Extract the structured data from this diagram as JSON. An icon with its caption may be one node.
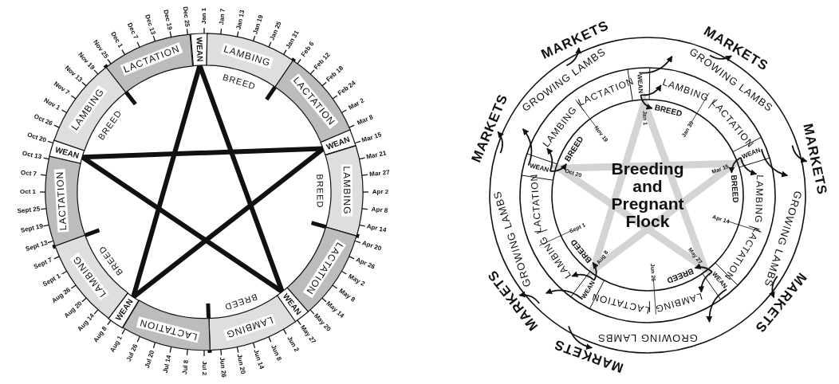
{
  "diagram": {
    "nodes": [
      {
        "text": [
          "WEAN"
        ]
      },
      {
        "text": [
          "LAMBING"
        ]
      },
      {
        "text": [
          "LACTATION"
        ]
      },
      {
        "text": [
          "WEAN"
        ]
      },
      {
        "text": [
          "LAMBING"
        ]
      },
      {
        "text": [
          "LACTATION"
        ]
      },
      {
        "text": [
          "WEAN"
        ]
      },
      {
        "text": [
          "LAMBING"
        ]
      },
      {
        "text": [
          "LACTATION"
        ]
      },
      {
        "text": [
          "WEAN"
        ]
      },
      {
        "text": [
          "LAMBING"
        ]
      },
      {
        "text": [
          "LACTATION"
        ]
      },
      {
        "text": [
          "WEAN"
        ]
      },
      {
        "text": [
          "LAMBING"
        ]
      },
      {
        "text": [
          "LACTATION"
        ]
      },
      {
        "text": [
          "WEAN"
        ]
      },
      {
        "text": [
          "LAMBING"
        ]
      },
      {
        "text": [
          "LACTATION"
        ]
      },
      {
        "text": [
          "BREED"
        ]
      },
      {
        "text": [
          "GROWING LAMBS"
        ]
      },
      {
        "text": [
          "WEAN"
        ]
      },
      {
        "text": [
          "LAMBING"
        ]
      },
      {
        "text": [
          "LACTATION"
        ]
      },
      {
        "text": [
          "BREED"
        ]
      },
      {
        "text": [
          "GROWING LAMBS"
        ]
      },
      {
        "text": [
          "WEAN"
        ]
      },
      {
        "text": [
          "LAMBING"
        ]
      },
      {
        "text": [
          "LACTATION"
        ]
      },
      {
        "text": [
          "BREED"
        ]
      },
      {
        "text": [
          "GROWING LAMBS"
        ]
      },
      {
        "text": [
          "WEAN"
        ]
      },
      {
        "text": [
          "LAMBING"
        ]
      },
      {
        "text": [
          "LACTATION"
        ]
      },
      {
        "text": [
          "BREED"
        ]
      },
      {
        "text": [
          "GROWING LAMBS"
        ]
      },
      {
        "text": [
          "WEAN"
        ]
      },
      {
        "text": [
          "LAMBING"
        ]
      },
      {
        "text": [
          "LACTATION"
        ]
      },
      {
        "text": [
          "BREED"
        ]
      },
      {
        "text": [
          "GROWING LAMBS"
        ]
      },
      {
        "text": [
          "MARKETS"
        ]
      },
      {
        "text": [
          "MARKETS"
        ]
      },
      {
        "text": [
          "MARKETS"
        ]
      },
      {
        "text": [
          "MARKETS"
        ]
      },
      {
        "text": [
          "MARKETS"
        ]
      },
      {
        "text": [
          "MARKETS"
        ]
      },
      {
        "text": [
          "MARKETS"
        ]
      }
    ],
    "edges": [
      {
        "from": 0,
        "to": 6,
        "arrow": "none",
        "style": "thick"
      },
      {
        "from": 3,
        "to": 9,
        "arrow": "none",
        "style": "thick"
      },
      {
        "from": 6,
        "to": 12,
        "arrow": "none",
        "style": "thick"
      },
      {
        "from": 9,
        "to": 0,
        "arrow": "none",
        "style": "thick"
      },
      {
        "from": 12,
        "to": 3,
        "arrow": "none",
        "style": "thick"
      },
      {
        "from": 15,
        "to": 19,
        "arrow": "to"
      },
      {
        "from": 15,
        "to": 18,
        "arrow": "to"
      },
      {
        "from": 15,
        "to": 16,
        "arrow": "to"
      },
      {
        "from": 20,
        "to": 24,
        "arrow": "to"
      },
      {
        "from": 20,
        "to": 23,
        "arrow": "to"
      },
      {
        "from": 20,
        "to": 21,
        "arrow": "to"
      },
      {
        "from": 25,
        "to": 29,
        "arrow": "to"
      },
      {
        "from": 25,
        "to": 28,
        "arrow": "to"
      },
      {
        "from": 25,
        "to": 26,
        "arrow": "to"
      },
      {
        "from": 30,
        "to": 34,
        "arrow": "to"
      },
      {
        "from": 30,
        "to": 33,
        "arrow": "to"
      },
      {
        "from": 30,
        "to": 31,
        "arrow": "to"
      },
      {
        "from": 35,
        "to": 39,
        "arrow": "to"
      },
      {
        "from": 35,
        "to": 38,
        "arrow": "to"
      },
      {
        "from": 35,
        "to": 36,
        "arrow": "to"
      },
      {
        "from": null,
        "to": 40,
        "arrow": "to"
      },
      {
        "from": null,
        "to": 41,
        "arrow": "to"
      },
      {
        "from": null,
        "to": 42,
        "arrow": "to"
      },
      {
        "from": null,
        "to": 43,
        "arrow": "to"
      },
      {
        "from": null,
        "to": 44,
        "arrow": "to"
      },
      {
        "from": null,
        "to": 45,
        "arrow": "to"
      },
      {
        "from": null,
        "to": 46,
        "arrow": "to"
      }
    ],
    "labels": [
      "BREED",
      "BREED",
      "BREED",
      "BREED",
      "BREED",
      "Jan 1",
      "Jan 7",
      "Jan 13",
      "Jan 19",
      "Jan 25",
      "Jan 31",
      "Feb 6",
      "Feb 12",
      "Feb 18",
      "Feb 24",
      "Mar 2",
      "Mar 8",
      "Mar 15",
      "Mar 21",
      "Mar 27",
      "Apr 2",
      "Apr 8",
      "Apr 14",
      "Apr 20",
      "Apr 26",
      "May 2",
      "May 8",
      "May 14",
      "May 20",
      "May 27",
      "Jun 2",
      "Jun 8",
      "Jun 14",
      "Jun 20",
      "Jun 26",
      "Jul 2",
      "Jul 8",
      "Jul 14",
      "Jul 20",
      "Jul 26",
      "Aug 1",
      "Aug 8",
      "Aug 14",
      "Aug 20",
      "Aug 26",
      "Sept 1",
      "Sept 7",
      "Sept 13",
      "Sept 19",
      "Sept 25",
      "Oct 1",
      "Oct 7",
      "Oct 13",
      "Oct 20",
      "Oct 26",
      "Nov 1",
      "Nov 7",
      "Nov 13",
      "Nov 19",
      "Nov 25",
      "Dec 1",
      "Dec 7",
      "Dec 13",
      "Dec 19",
      "Dec 25",
      "Breeding and Pregnant Flock",
      "Jan 1",
      "Jan 30",
      "Nov 19",
      "Oct 20",
      "Mar 15",
      "Apr 14",
      "Sept 1",
      "Aug 8",
      "May 27",
      "Jun 26"
    ]
  }
}
